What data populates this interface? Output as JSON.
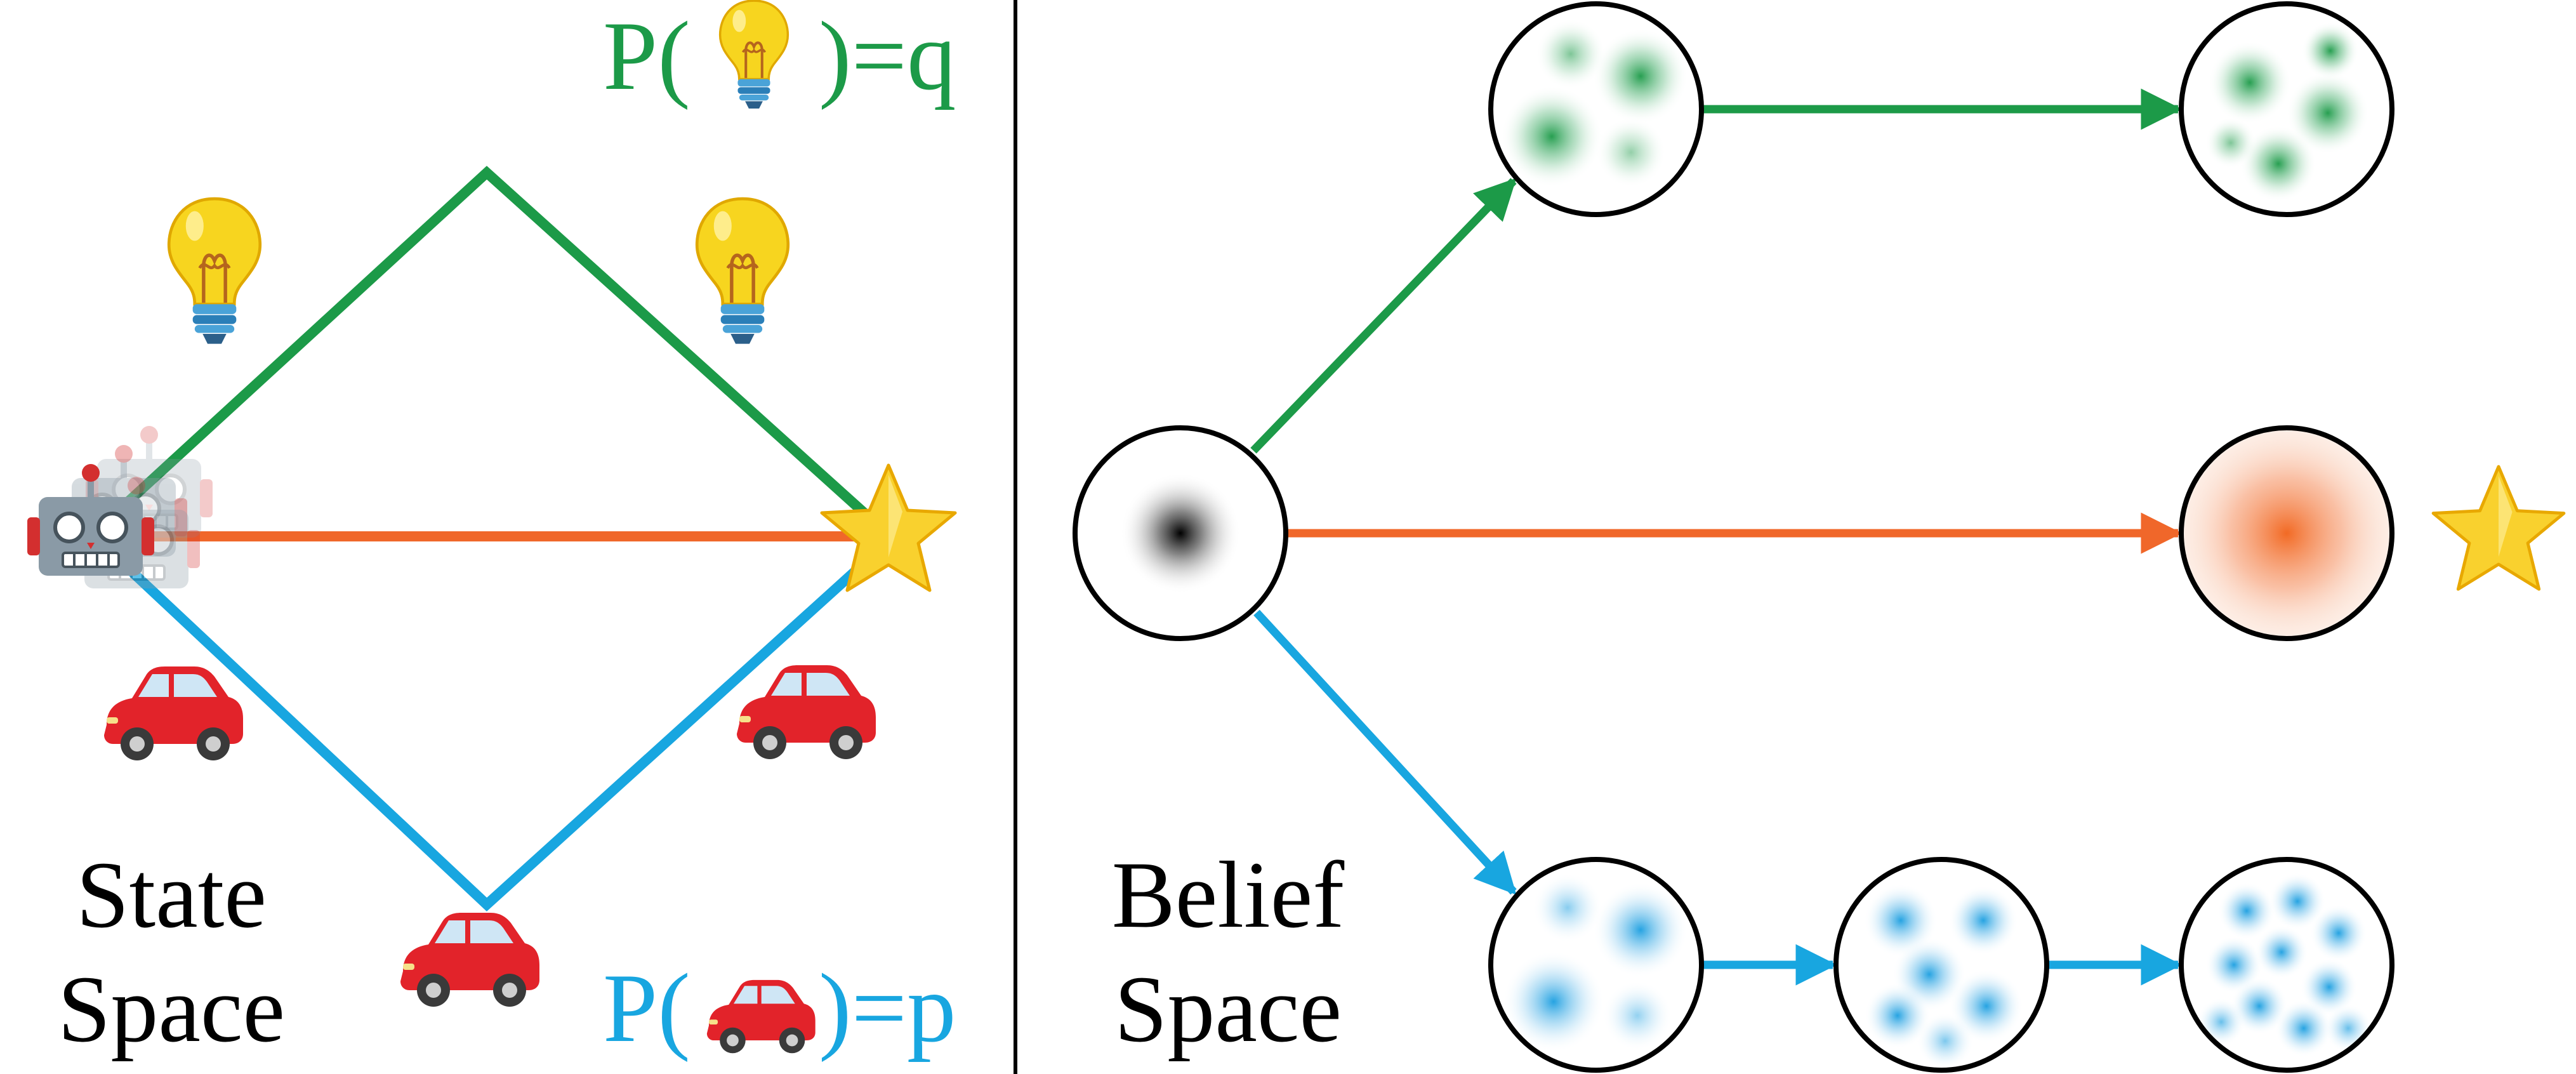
{
  "colors": {
    "green": "#1c9a48",
    "orange": "#f0672a",
    "blue": "#18a6e0",
    "black": "#000000",
    "bulb_yellow": "#f7d51f",
    "car_red": "#e2232a",
    "star_yellow": "#f9d12e"
  },
  "left_panel": {
    "label_line1": "State",
    "label_line2": "Space",
    "prob_top": {
      "prefix": "P(",
      "suffix": ")=q",
      "icon": "lightbulb-icon"
    },
    "prob_bottom": {
      "prefix": "P(",
      "suffix": ")=p",
      "icon": "car-icon"
    },
    "agent_icon": "robot-icon",
    "goal_icon": "star-icon"
  },
  "right_panel": {
    "label_line1": "Belief",
    "label_line2": "Space",
    "goal_icon": "star-icon"
  }
}
